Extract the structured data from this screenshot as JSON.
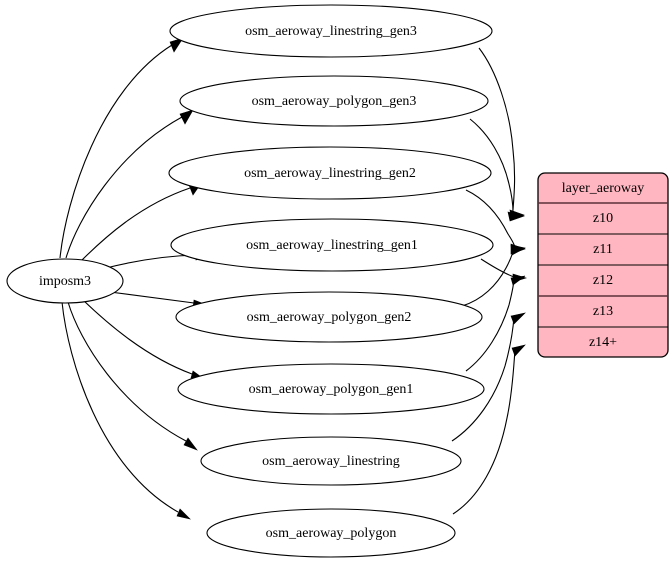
{
  "diagram": {
    "type": "directed-graph",
    "background_color": "#ffffff",
    "edge_color": "#000000",
    "source_node": {
      "id": "imposm3",
      "label": "imposm3",
      "shape": "ellipse",
      "fill": "#ffffff"
    },
    "table_node": {
      "id": "layer_aeroway",
      "shape": "rounded-record",
      "fill": "#ffb6c1",
      "header": "layer_aeroway",
      "rows": [
        {
          "label": "z10"
        },
        {
          "label": "z11"
        },
        {
          "label": "z12"
        },
        {
          "label": "z13"
        },
        {
          "label": "z14+"
        }
      ]
    },
    "intermediate_nodes": [
      {
        "id": "osm_aeroway_linestring_gen3",
        "label": "osm_aeroway_linestring_gen3",
        "target_row": "z10"
      },
      {
        "id": "osm_aeroway_polygon_gen3",
        "label": "osm_aeroway_polygon_gen3",
        "target_row": "z10"
      },
      {
        "id": "osm_aeroway_linestring_gen2",
        "label": "osm_aeroway_linestring_gen2",
        "target_row": "z11"
      },
      {
        "id": "osm_aeroway_linestring_gen1",
        "label": "osm_aeroway_linestring_gen1",
        "target_row": "z12"
      },
      {
        "id": "osm_aeroway_polygon_gen2",
        "label": "osm_aeroway_polygon_gen2",
        "target_row": "z11"
      },
      {
        "id": "osm_aeroway_polygon_gen1",
        "label": "osm_aeroway_polygon_gen1",
        "target_row": "z12"
      },
      {
        "id": "osm_aeroway_linestring",
        "label": "osm_aeroway_linestring",
        "target_row": "z13"
      },
      {
        "id": "osm_aeroway_polygon",
        "label": "osm_aeroway_polygon",
        "target_row": "z14+"
      }
    ]
  }
}
